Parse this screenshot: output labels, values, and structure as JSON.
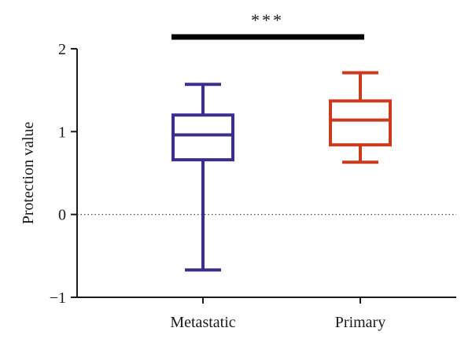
{
  "chart_data": {
    "type": "box",
    "title": "",
    "xlabel": "",
    "ylabel": "Protection value",
    "ylim": [
      -1,
      2
    ],
    "yticks": [
      "−1",
      "0",
      "1",
      "2"
    ],
    "reference_line": {
      "y": 0,
      "style": "dotted"
    },
    "significance": {
      "label": "***",
      "between": [
        "Metastatic",
        "Primary"
      ]
    },
    "grid": false,
    "legend": "none",
    "categories": [
      "Metastatic",
      "Primary"
    ],
    "series": [
      {
        "category": "Metastatic",
        "color": "#3a2f8c",
        "min": -0.67,
        "q1": 0.66,
        "median": 0.96,
        "q3": 1.2,
        "max": 1.57
      },
      {
        "category": "Primary",
        "color": "#cc3a1e",
        "min": 0.63,
        "q1": 0.84,
        "median": 1.14,
        "q3": 1.37,
        "max": 1.71
      }
    ]
  }
}
